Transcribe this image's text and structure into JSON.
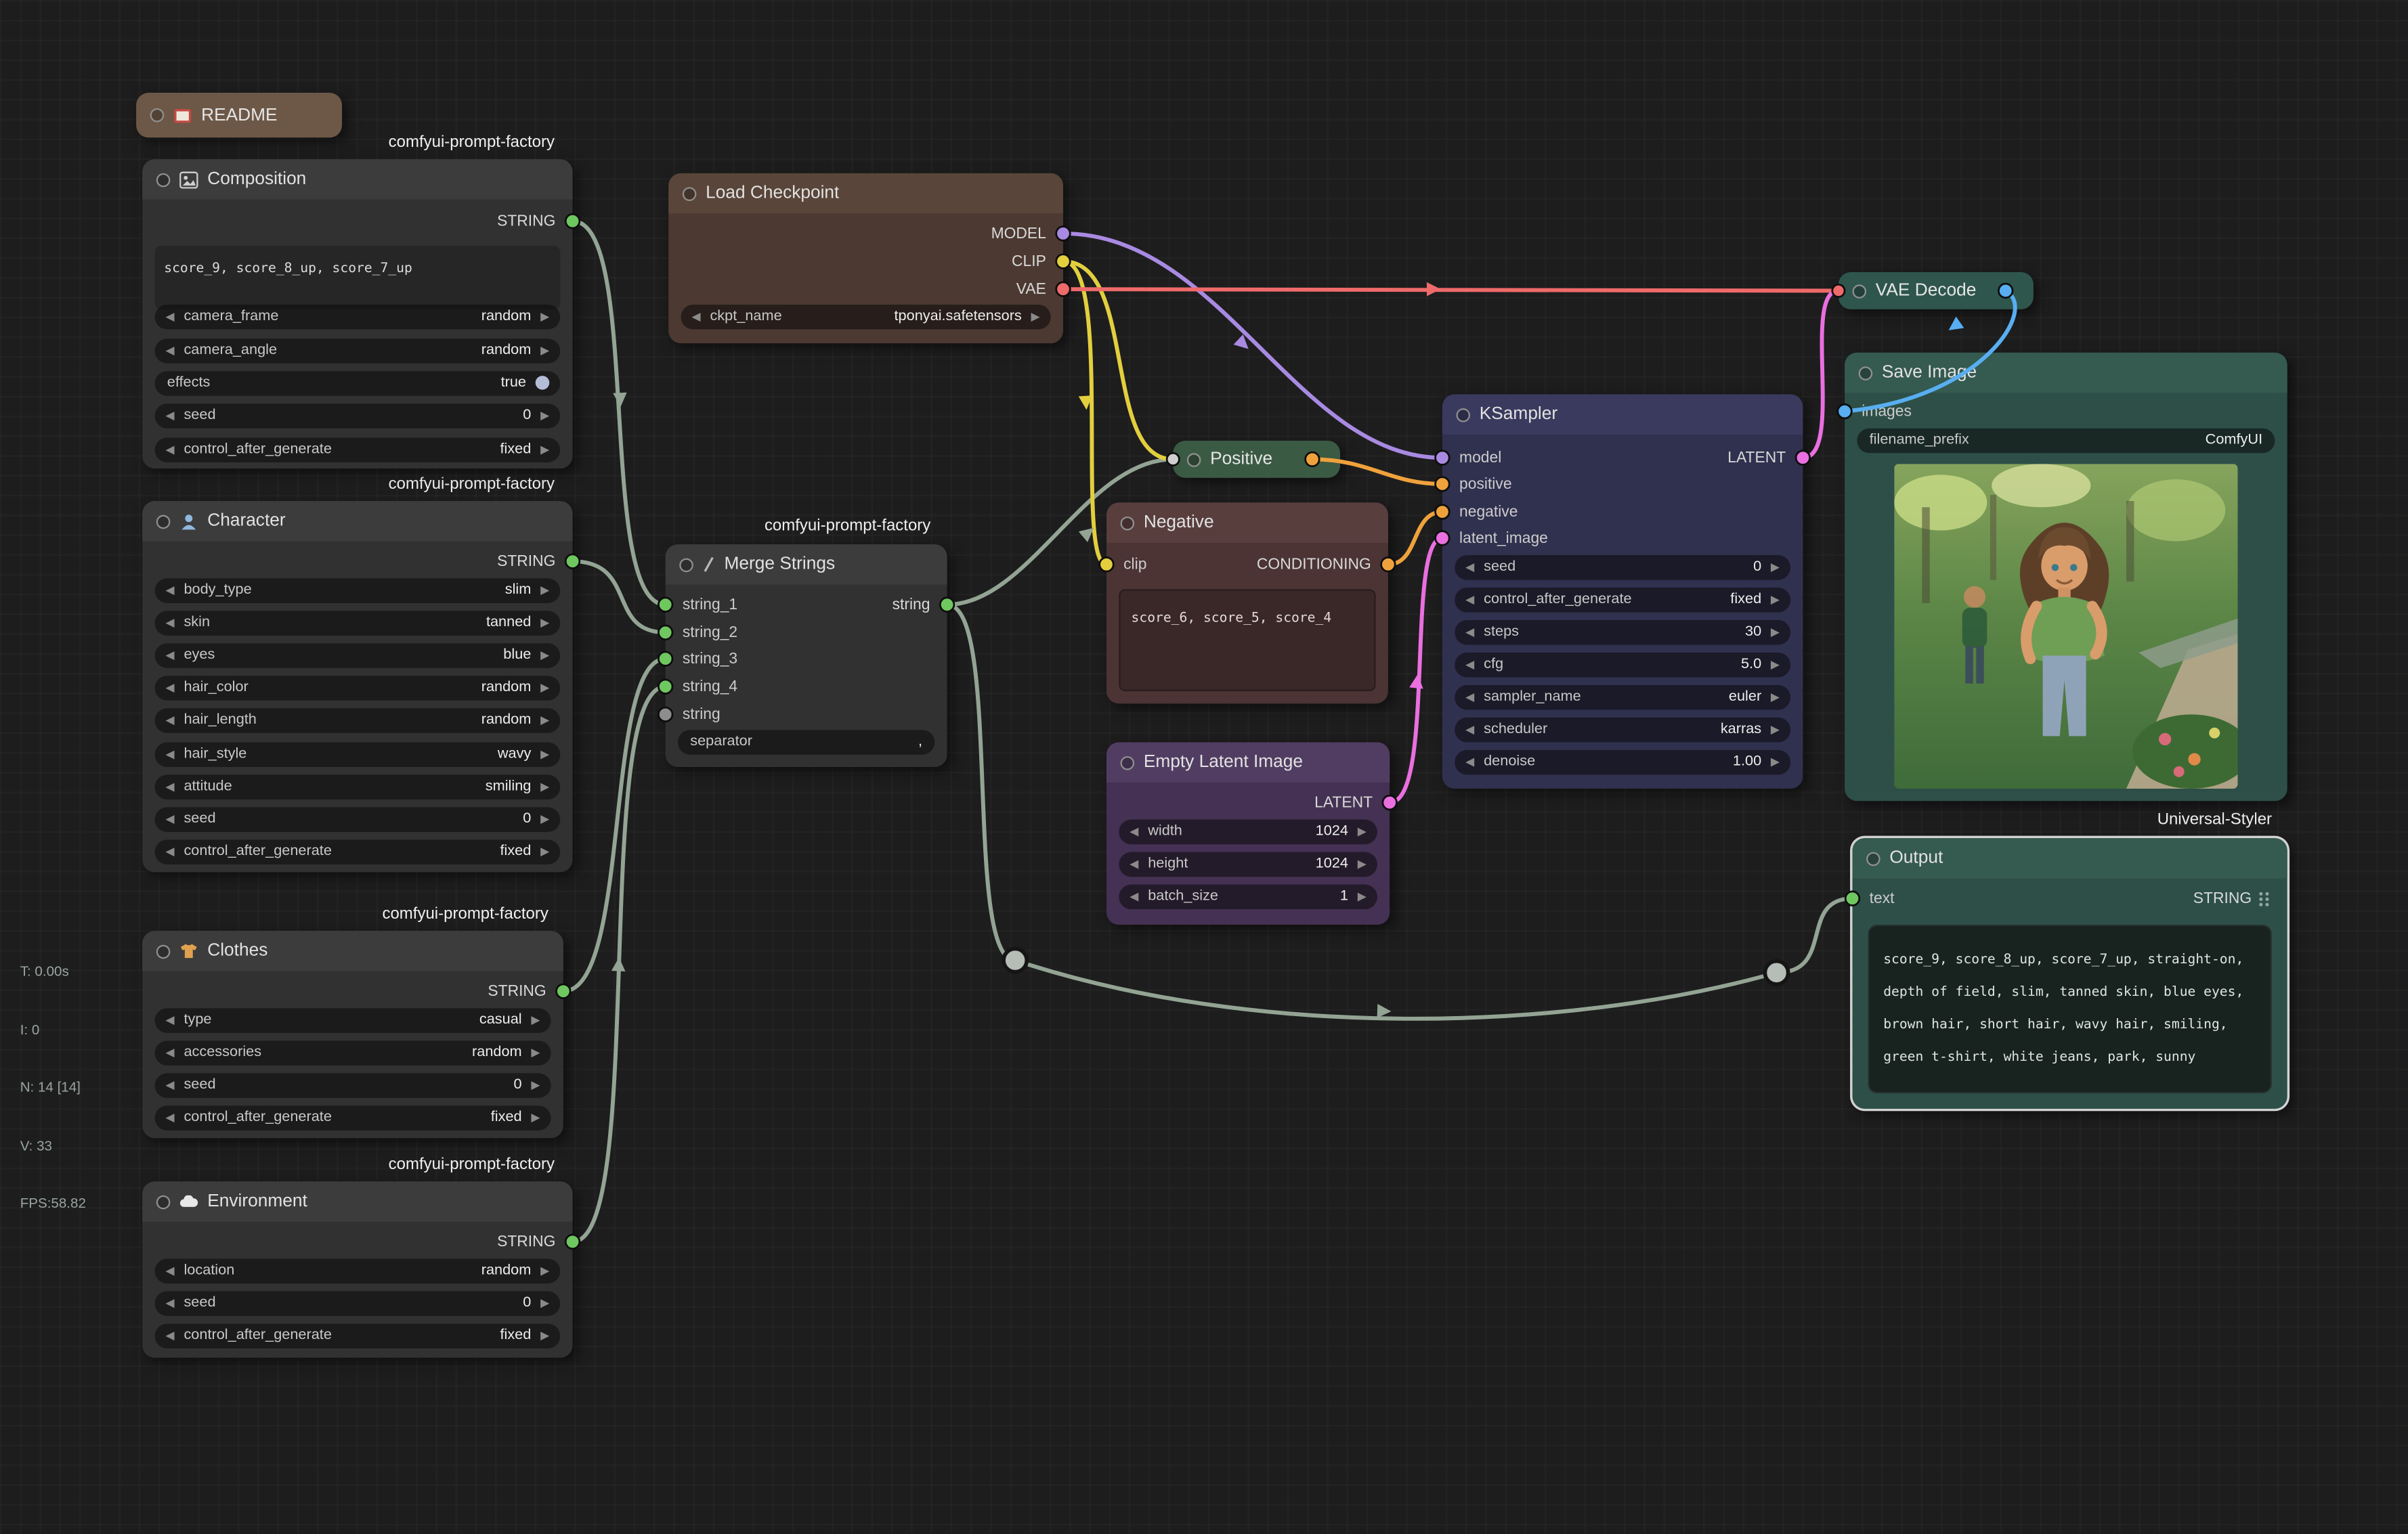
{
  "glyphs": {
    "left": "◀",
    "right": "▶"
  },
  "colors": {
    "string_wire": "#94a494",
    "string_slot": "#6fc75f",
    "gray_slot": "#8d8d8d",
    "collapsed_slot": "#cfcfcf",
    "model": "#a98ae2",
    "clip": "#e3cf3e",
    "vae": "#ef6a6a",
    "conditioning": "#efa23b",
    "latent": "#ea6fdf",
    "image": "#58aef0",
    "reroute_fill": "#b6bcb6",
    "reroute_ring": "#151515"
  },
  "stats": [
    "T: 0.00s",
    "I: 0",
    "N: 14 [14]",
    "V: 33",
    "FPS:58.82"
  ],
  "group_labels": {
    "factory": "comfyui-prompt-factory",
    "styler": "Universal-Styler"
  },
  "nodes": {
    "readme": {
      "title": "README"
    },
    "composition": {
      "title": "Composition",
      "output": "STRING",
      "text": "score_9, score_8_up, score_7_up",
      "widgets": [
        {
          "label": "camera_frame",
          "value": "random"
        },
        {
          "label": "camera_angle",
          "value": "random"
        },
        {
          "label": "effects",
          "value": "true"
        },
        {
          "label": "seed",
          "value": "0"
        },
        {
          "label": "control_after_generate",
          "value": "fixed"
        }
      ]
    },
    "character": {
      "title": "Character",
      "output": "STRING",
      "widgets": [
        {
          "label": "body_type",
          "value": "slim"
        },
        {
          "label": "skin",
          "value": "tanned"
        },
        {
          "label": "eyes",
          "value": "blue"
        },
        {
          "label": "hair_color",
          "value": "random"
        },
        {
          "label": "hair_length",
          "value": "random"
        },
        {
          "label": "hair_style",
          "value": "wavy"
        },
        {
          "label": "attitude",
          "value": "smiling"
        },
        {
          "label": "seed",
          "value": "0"
        },
        {
          "label": "control_after_generate",
          "value": "fixed"
        }
      ]
    },
    "clothes": {
      "title": "Clothes",
      "output": "STRING",
      "widgets": [
        {
          "label": "type",
          "value": "casual"
        },
        {
          "label": "accessories",
          "value": "random"
        },
        {
          "label": "seed",
          "value": "0"
        },
        {
          "label": "control_after_generate",
          "value": "fixed"
        }
      ]
    },
    "environment": {
      "title": "Environment",
      "output": "STRING",
      "widgets": [
        {
          "label": "location",
          "value": "random"
        },
        {
          "label": "seed",
          "value": "0"
        },
        {
          "label": "control_after_generate",
          "value": "fixed"
        }
      ]
    },
    "load_checkpoint": {
      "title": "Load Checkpoint",
      "outputs": [
        "MODEL",
        "CLIP",
        "VAE"
      ],
      "widgets": [
        {
          "label": "ckpt_name",
          "value": "tponyai.safetensors"
        }
      ]
    },
    "merge_strings": {
      "title": "Merge Strings",
      "inputs": [
        "string_1",
        "string_2",
        "string_3",
        "string_4",
        "string"
      ],
      "output": "string",
      "widgets": [
        {
          "label": "separator",
          "value": ","
        }
      ]
    },
    "positive": {
      "title": "Positive"
    },
    "negative": {
      "title": "Negative",
      "input": "clip",
      "output": "CONDITIONING",
      "text": "score_6, score_5, score_4"
    },
    "empty_latent": {
      "title": "Empty Latent Image",
      "output": "LATENT",
      "widgets": [
        {
          "label": "width",
          "value": "1024"
        },
        {
          "label": "height",
          "value": "1024"
        },
        {
          "label": "batch_size",
          "value": "1"
        }
      ]
    },
    "ksampler": {
      "title": "KSampler",
      "inputs": [
        "model",
        "positive",
        "negative",
        "latent_image"
      ],
      "output": "LATENT",
      "widgets": [
        {
          "label": "seed",
          "value": "0"
        },
        {
          "label": "control_after_generate",
          "value": "fixed"
        },
        {
          "label": "steps",
          "value": "30"
        },
        {
          "label": "cfg",
          "value": "5.0"
        },
        {
          "label": "sampler_name",
          "value": "euler"
        },
        {
          "label": "scheduler",
          "value": "karras"
        },
        {
          "label": "denoise",
          "value": "1.00"
        }
      ]
    },
    "vae_decode": {
      "title": "VAE Decode"
    },
    "save_image": {
      "title": "Save Image",
      "input": "images",
      "widgets": [
        {
          "label": "filename_prefix",
          "value": "ComfyUI"
        }
      ]
    },
    "output": {
      "title": "Output",
      "input": "text",
      "output": "STRING",
      "text": "score_9, score_8_up, score_7_up, straight-on, depth of field, slim, tanned skin, blue eyes, brown hair, short hair, wavy hair, smiling, green t-shirt, white jeans, park, sunny"
    }
  }
}
